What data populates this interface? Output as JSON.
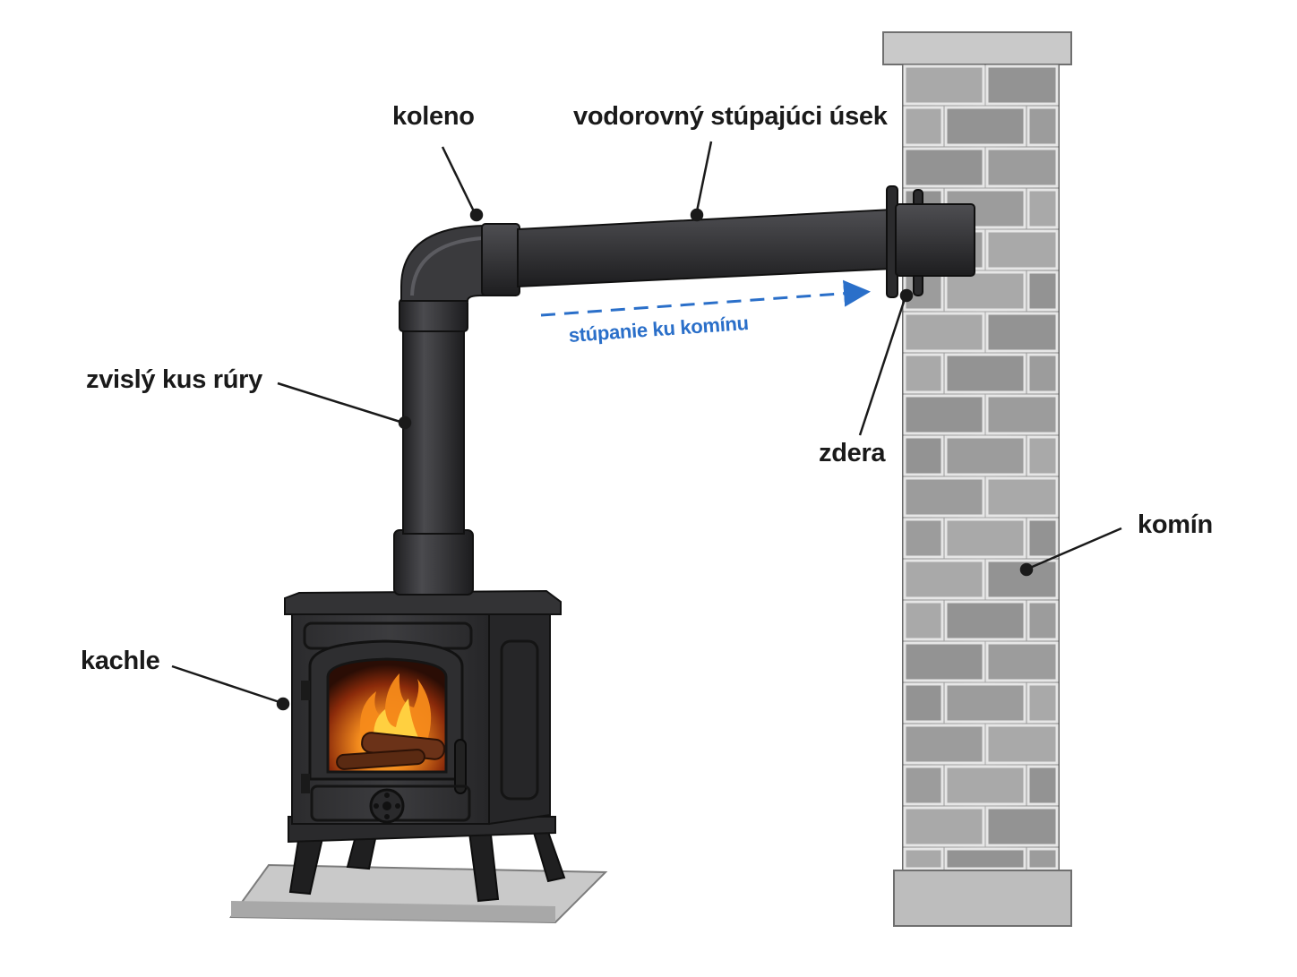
{
  "labels": {
    "elbow": "koleno",
    "horizontal": "vodorovný stúpajúci úsek",
    "vertical_pipe": "zvislý kus rúry",
    "stove": "kachle",
    "collar": "zdera",
    "chimney": "komín",
    "rise": "stúpanie ku komínu"
  },
  "colors": {
    "pipe": "#2f2f31",
    "pipe_highlight": "#5a5a5e",
    "brick": "#9c9c9c",
    "mortar": "#e6e6e6",
    "arrow": "#2a6fc9",
    "fire": "#f08a1c"
  }
}
